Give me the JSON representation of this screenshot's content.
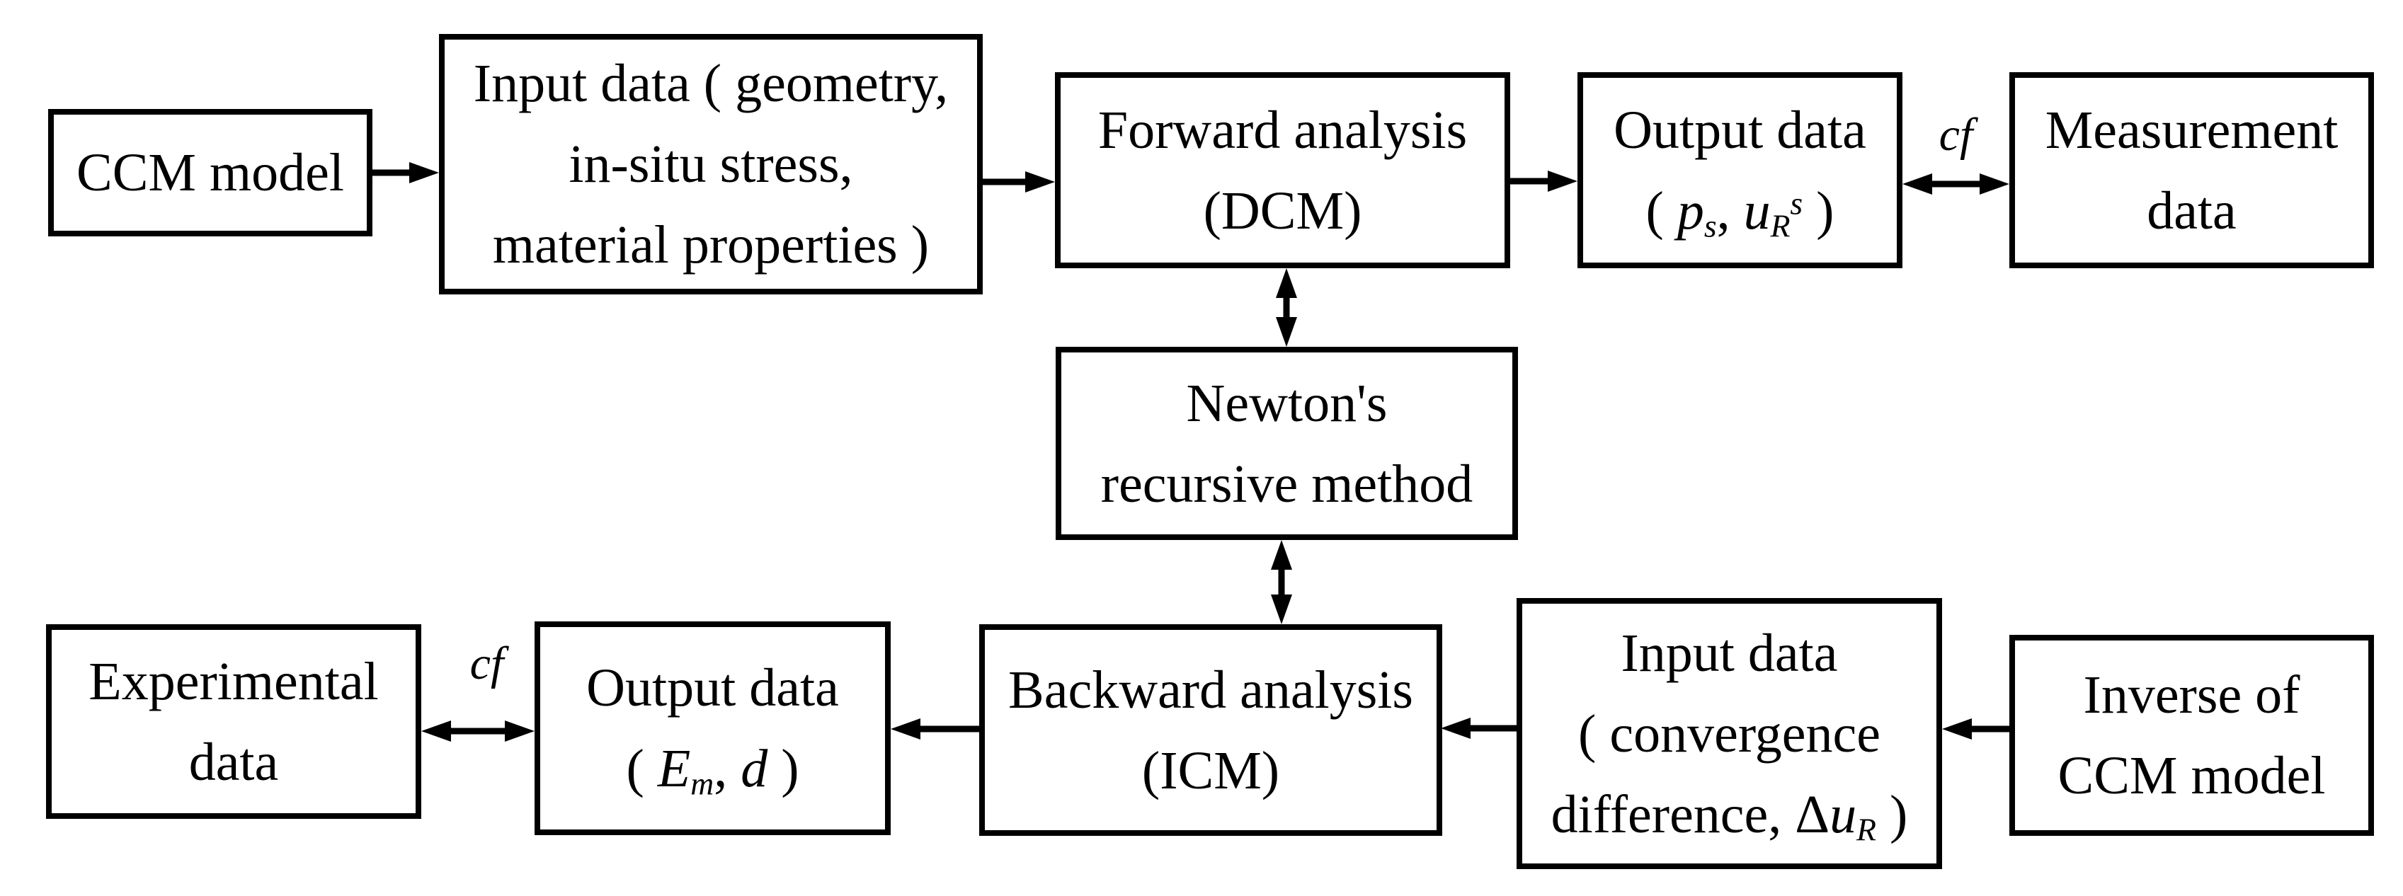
{
  "diagram": {
    "boxes": {
      "ccm_model": {
        "lines": [
          "CCM model"
        ]
      },
      "input_data_top": {
        "lines": [
          "Input data ( geometry,",
          "in-situ stress,",
          "material properties )"
        ]
      },
      "forward_analysis": {
        "lines": [
          "Forward analysis",
          "(DCM)"
        ]
      },
      "output_data_top": {
        "line1": "Output data",
        "formula": {
          "open": "( ",
          "p": "p",
          "p_sub": "s",
          "sep": ", ",
          "u": "u",
          "u_sub": "R",
          "u_sup": "s",
          "close": " )"
        }
      },
      "measurement_data": {
        "lines": [
          "Measurement",
          "data"
        ]
      },
      "newtons_method": {
        "lines": [
          "Newton's",
          "recursive method"
        ]
      },
      "experimental_data": {
        "lines": [
          "Experimental",
          "data"
        ]
      },
      "output_data_bottom": {
        "line1": "Output data",
        "formula": {
          "open": "( ",
          "E": "E",
          "E_sub": "m",
          "sep": ", ",
          "d": "d",
          "close": " )"
        }
      },
      "backward_analysis": {
        "lines": [
          "Backward analysis",
          "(ICM)"
        ]
      },
      "input_data_bottom": {
        "line1": "Input data",
        "line2": "( convergence",
        "formula": {
          "pre": "difference, ",
          "delta": "Δ",
          "u": "u",
          "u_sub": "R",
          "close": " )"
        }
      },
      "inverse_ccm_model": {
        "lines": [
          "Inverse of",
          "CCM model"
        ]
      }
    },
    "labels": {
      "cf_top": "cf",
      "cf_bottom": "cf"
    },
    "colors": {
      "ink": "#000000",
      "background": "#ffffff"
    },
    "connections": [
      {
        "from": "ccm_model",
        "to": "input_data_top",
        "type": "arrow"
      },
      {
        "from": "input_data_top",
        "to": "forward_analysis",
        "type": "arrow"
      },
      {
        "from": "forward_analysis",
        "to": "output_data_top",
        "type": "arrow"
      },
      {
        "from": "output_data_top",
        "to": "measurement_data",
        "type": "double-arrow",
        "label": "cf"
      },
      {
        "from": "forward_analysis",
        "to": "newtons_method",
        "type": "double-arrow"
      },
      {
        "from": "newtons_method",
        "to": "backward_analysis",
        "type": "double-arrow"
      },
      {
        "from": "inverse_ccm_model",
        "to": "input_data_bottom",
        "type": "arrow"
      },
      {
        "from": "input_data_bottom",
        "to": "backward_analysis",
        "type": "arrow"
      },
      {
        "from": "backward_analysis",
        "to": "output_data_bottom",
        "type": "arrow"
      },
      {
        "from": "output_data_bottom",
        "to": "experimental_data",
        "type": "double-arrow",
        "label": "cf"
      }
    ]
  }
}
